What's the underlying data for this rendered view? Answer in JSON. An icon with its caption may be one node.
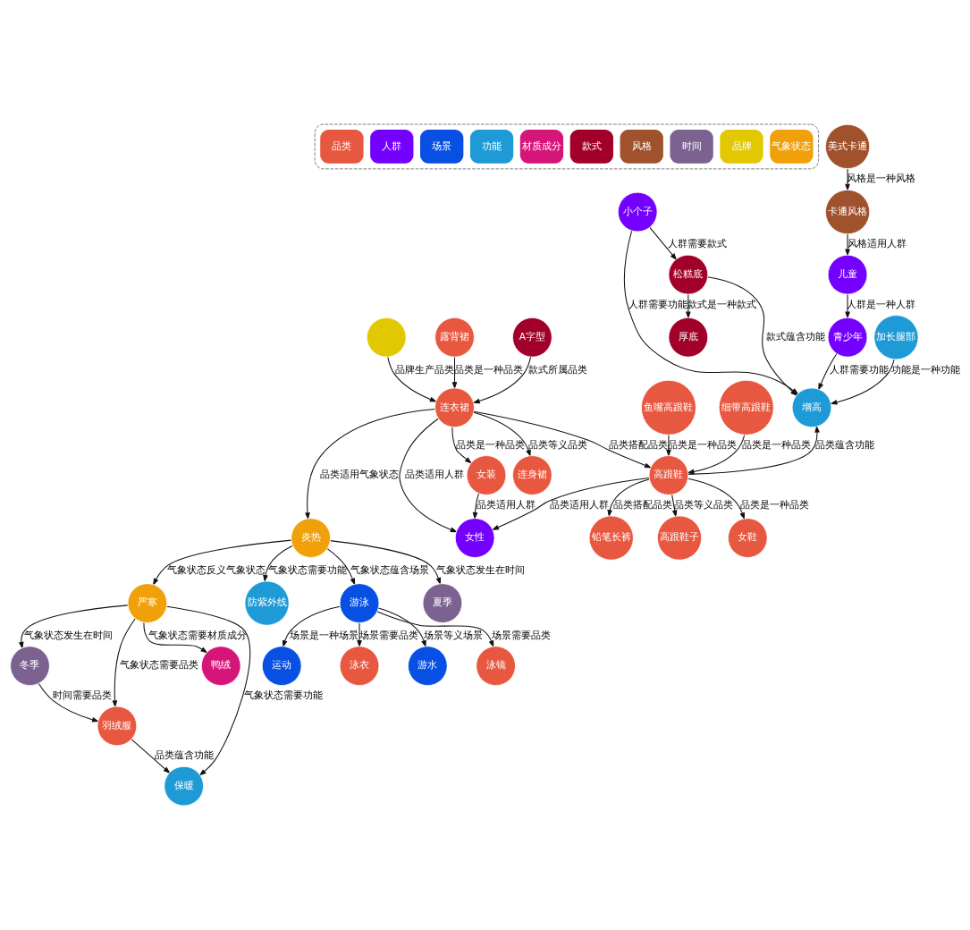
{
  "diagram": {
    "nodes": [
      {
        "text": [
          "松糕底"
        ]
      },
      {
        "text": [
          "小个子"
        ]
      },
      {
        "text": [
          "厚底"
        ]
      },
      {
        "text": [
          "高跟鞋子"
        ]
      },
      {
        "text": [
          "女鞋"
        ]
      },
      {
        "text": [
          "增高"
        ]
      },
      {
        "text": [
          "女性"
        ]
      },
      {
        "text": [
          "青少年"
        ]
      },
      {
        "text": [
          "女装"
        ]
      },
      {
        "text": [
          "高跟鞋"
        ]
      },
      {
        "text": [
          "铅笔长裤"
        ]
      },
      {
        "text": [
          "加长腿部"
        ]
      },
      {
        "text": [
          "儿童"
        ]
      },
      {
        "text": [
          "连身裙"
        ]
      },
      {
        "text": [
          "连衣裙"
        ]
      },
      {
        "text": [
          "鱼嘴高跟鞋"
        ]
      },
      {
        "text": [
          "细带高跟鞋"
        ]
      },
      {
        "text": [
          "冬季"
        ]
      },
      {
        "text": [],
        "shape": "circle"
      },
      {
        "text": [
          "卡通风格"
        ]
      },
      {
        "text": [
          "炎热"
        ]
      },
      {
        "text": [
          "严寒"
        ]
      },
      {
        "text": [
          "露背裙"
        ]
      },
      {
        "text": [
          "A字型"
        ]
      },
      {
        "text": [
          "美式卡通"
        ]
      },
      {
        "text": [
          "羽绒服"
        ]
      },
      {
        "text": [
          "鸭绒"
        ]
      },
      {
        "text": [
          "保暖"
        ]
      },
      {
        "text": [
          "防紫外线"
        ]
      },
      {
        "text": [
          "游泳"
        ]
      },
      {
        "text": [
          "夏季"
        ]
      },
      {
        "text": [
          "运动"
        ]
      },
      {
        "text": [
          "泳衣"
        ]
      },
      {
        "text": [
          "游水"
        ]
      },
      {
        "text": [
          "泳镜"
        ]
      }
    ],
    "edges": [
      {
        "from": 1,
        "to": 0,
        "arrow": "to",
        "label": "人群需要款式"
      },
      {
        "from": 0,
        "to": 2,
        "arrow": "to",
        "label": "款式是一种款式"
      },
      {
        "from": 0,
        "to": 5,
        "arrow": "to",
        "label": "款式蕴含功能"
      },
      {
        "from": 1,
        "to": 5,
        "arrow": "to",
        "label": "人群需要功能"
      },
      {
        "from": 7,
        "to": 5,
        "arrow": "to",
        "label": "人群需要功能"
      },
      {
        "from": 11,
        "to": 5,
        "arrow": "to",
        "label": "功能是一种功能"
      },
      {
        "from": 12,
        "to": 7,
        "arrow": "to",
        "label": "人群是一种人群"
      },
      {
        "from": 9,
        "to": 3,
        "arrow": "to",
        "label": "品类等义品类"
      },
      {
        "from": 9,
        "to": 4,
        "arrow": "to",
        "label": "品类是一种品类"
      },
      {
        "from": 9,
        "to": 5,
        "arrow": "to",
        "label": "品类蕴含功能"
      },
      {
        "from": 9,
        "to": 6,
        "arrow": "to",
        "label": "品类适用人群"
      },
      {
        "from": 9,
        "to": 10,
        "arrow": "to",
        "label": "品类搭配品类"
      },
      {
        "from": 16,
        "to": 9,
        "arrow": "to",
        "label": "品类是一种品类"
      },
      {
        "from": 15,
        "to": 9,
        "arrow": "to",
        "label": "品类是一种品类"
      },
      {
        "from": 14,
        "to": 9,
        "arrow": "to",
        "label": "品类搭配品类"
      },
      {
        "from": 8,
        "to": 6,
        "arrow": "to",
        "label": "品类适用人群"
      },
      {
        "from": 14,
        "to": 6,
        "arrow": "to",
        "label": "品类适用人群"
      },
      {
        "from": 14,
        "to": 8,
        "arrow": "to",
        "label": "品类是一种品类"
      },
      {
        "from": 14,
        "to": 13,
        "arrow": "to",
        "label": "品类等义品类"
      },
      {
        "from": 18,
        "to": 14,
        "arrow": "to",
        "label": "品牌生产品类"
      },
      {
        "from": 22,
        "to": 14,
        "arrow": "to",
        "label": "品类是一种品类"
      },
      {
        "from": 23,
        "to": 14,
        "arrow": "to",
        "label": "款式所属品类"
      },
      {
        "from": 14,
        "to": 20,
        "arrow": "to",
        "label": "品类适用气象状态"
      },
      {
        "from": 20,
        "to": 21,
        "arrow": "to",
        "label": "气象状态反义气象状态"
      },
      {
        "from": 20,
        "to": 28,
        "arrow": "to",
        "label": "气象状态需要功能"
      },
      {
        "from": 20,
        "to": 30,
        "arrow": "to",
        "label": "气象状态发生在时间"
      },
      {
        "from": 20,
        "to": 29,
        "arrow": "to",
        "label": "气象状态蕴含场景"
      },
      {
        "from": 29,
        "to": 32,
        "arrow": "to",
        "label": "场景需要品类"
      },
      {
        "from": 29,
        "to": 34,
        "arrow": "to",
        "label": "场景需要品类"
      },
      {
        "from": 29,
        "to": 33,
        "arrow": "to",
        "label": "场景等义场景"
      },
      {
        "from": 29,
        "to": 31,
        "arrow": "to",
        "label": "场景是一种场景"
      },
      {
        "from": 21,
        "to": 17,
        "arrow": "to",
        "label": "气象状态发生在时间"
      },
      {
        "from": 21,
        "to": 26,
        "arrow": "to",
        "label": "气象状态需要材质成分"
      },
      {
        "from": 21,
        "to": 27,
        "arrow": "to",
        "label": "气象状态需要功能"
      },
      {
        "from": 21,
        "to": 25,
        "arrow": "to",
        "label": "气象状态需要品类"
      },
      {
        "from": 17,
        "to": 25,
        "arrow": "to",
        "label": "时间需要品类"
      },
      {
        "from": 25,
        "to": 27,
        "arrow": "to",
        "label": "品类蕴含功能"
      },
      {
        "from": 19,
        "to": 12,
        "arrow": "to",
        "label": "风格适用人群"
      },
      {
        "from": 24,
        "to": 19,
        "arrow": "to",
        "label": "风格是一种风格"
      }
    ],
    "legend": [
      {
        "text": "品类",
        "color": "#e8573f"
      },
      {
        "text": "人群",
        "color": "#7400ff"
      },
      {
        "text": "场景",
        "color": "#0750e3"
      },
      {
        "text": "功能",
        "color": "#1e9ad6"
      },
      {
        "text": "材质成分",
        "color": "#d6157a"
      },
      {
        "text": "款式",
        "color": "#a0002a"
      },
      {
        "text": "风格",
        "color": "#a0522d"
      },
      {
        "text": "时间",
        "color": "#7b6290"
      },
      {
        "text": "品牌",
        "color": "#e2c800"
      },
      {
        "text": "气象状态",
        "color": "#f0a10a"
      }
    ]
  }
}
